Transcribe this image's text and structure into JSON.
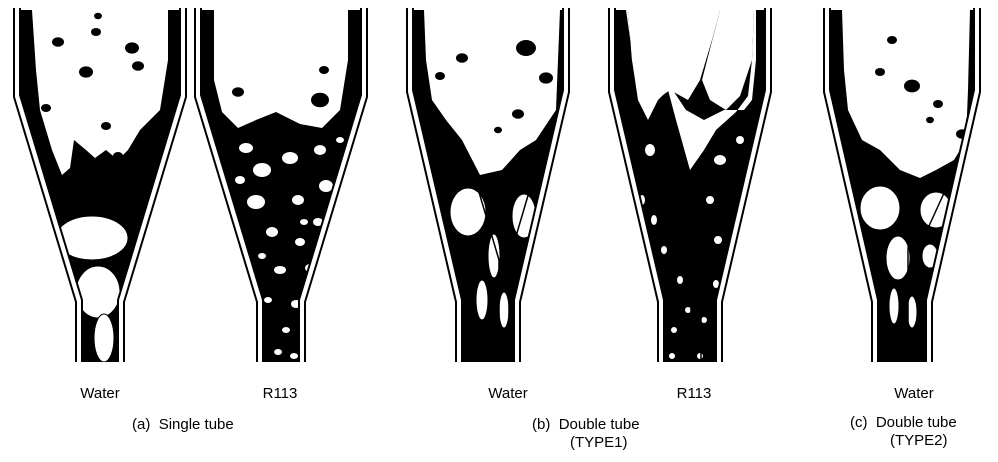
{
  "panels": [
    {
      "fluid": "Water"
    },
    {
      "fluid": "R113"
    },
    {
      "fluid": "Water"
    },
    {
      "fluid": "R113"
    },
    {
      "fluid": "Water"
    }
  ],
  "captions": [
    {
      "id": "(a)",
      "text": "Single tube",
      "subtext": ""
    },
    {
      "id": "(b)",
      "text": "Double tube",
      "subtext": "(TYPE1)"
    },
    {
      "id": "(c)",
      "text": "Double tube",
      "subtext": "(TYPE2)"
    }
  ],
  "colors": {
    "liquid": "#000000",
    "vapor": "#ffffff"
  }
}
